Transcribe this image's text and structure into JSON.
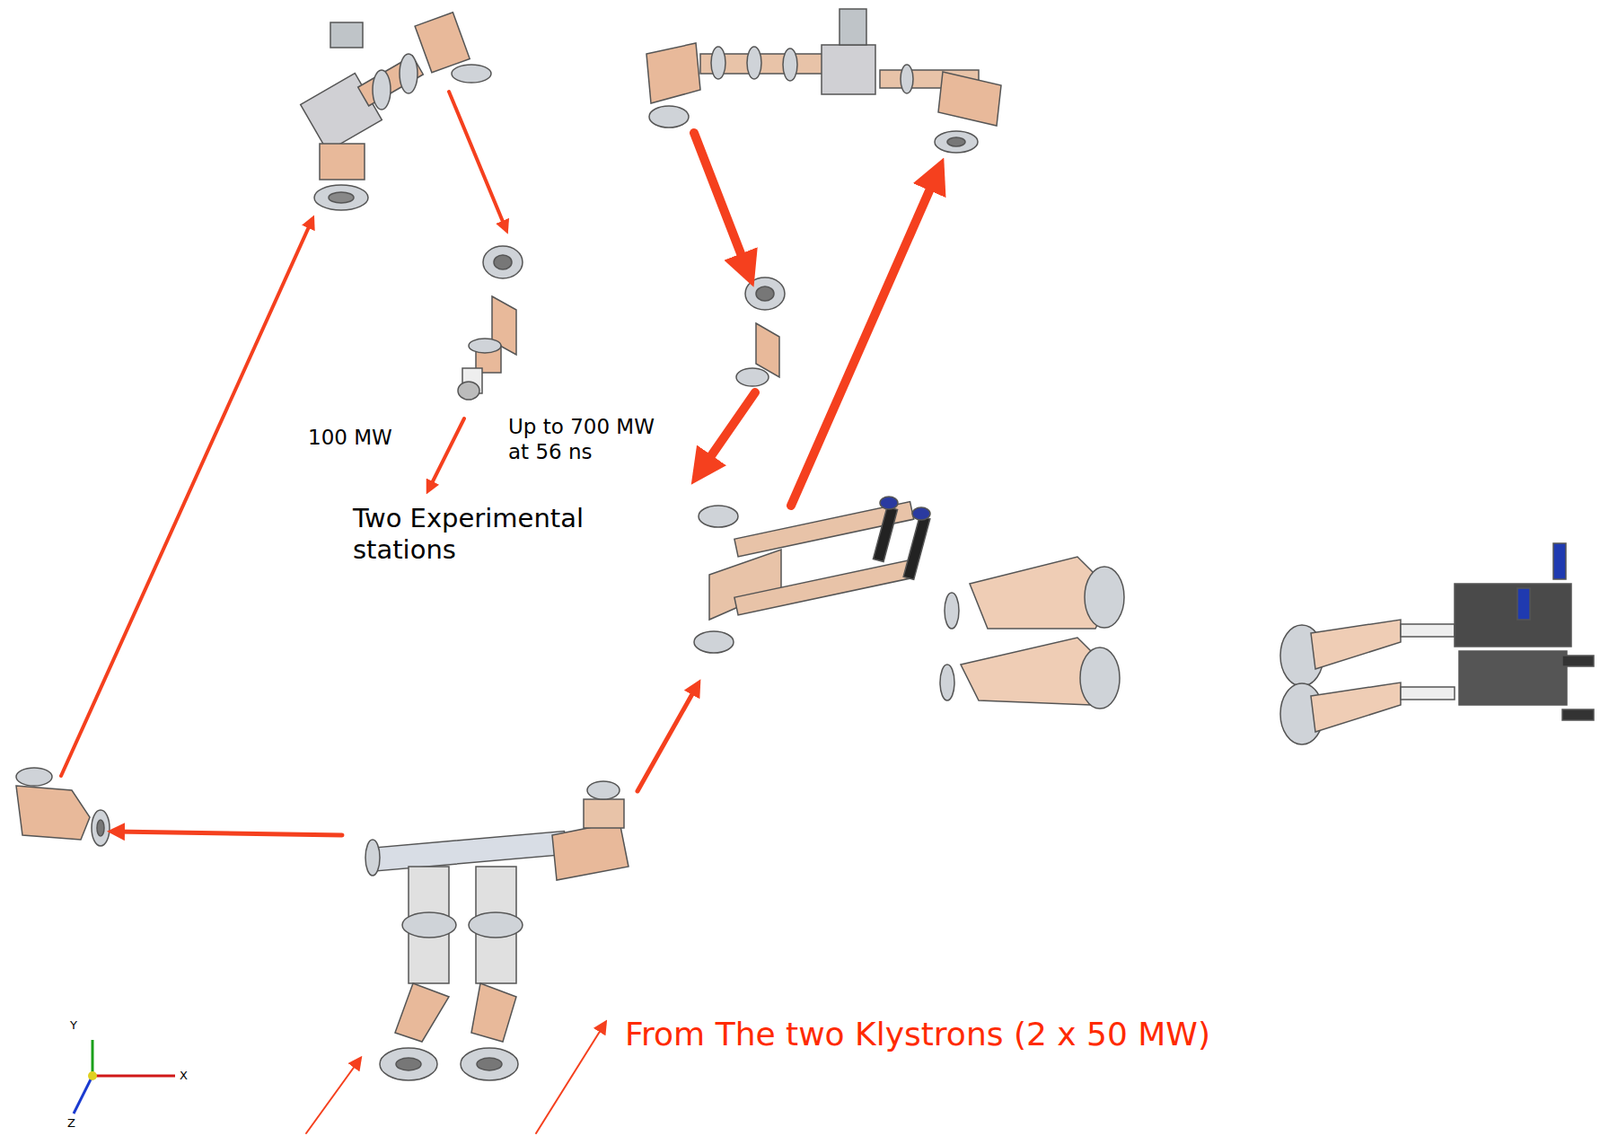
{
  "diagram": {
    "labels": [
      "100 MW",
      "Up to 700 MW at 56 ns",
      "Two Experimental stations",
      "From The two Klystrons (2 x 50 MW)",
      "Y",
      "X",
      "Z"
    ]
  }
}
